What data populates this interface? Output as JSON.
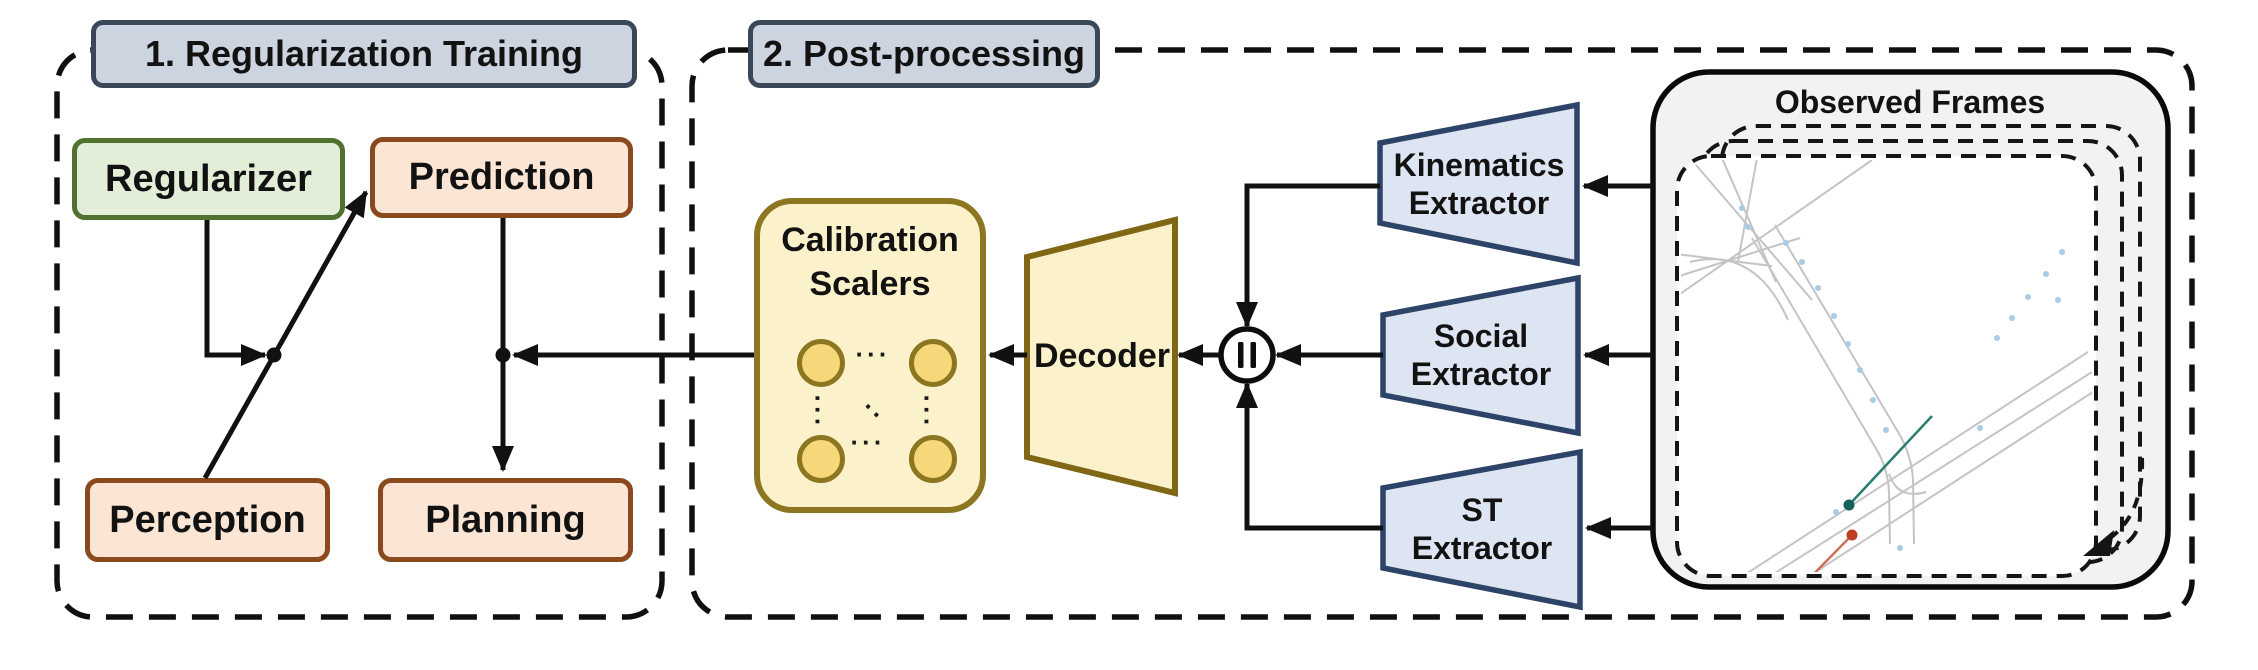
{
  "panels": {
    "training": {
      "title": "1. Regularization Training"
    },
    "post": {
      "title": "2. Post-processing"
    }
  },
  "nodes": {
    "regularizer": {
      "label": "Regularizer"
    },
    "prediction": {
      "label": "Prediction"
    },
    "perception": {
      "label": "Perception"
    },
    "planning": {
      "label": "Planning"
    },
    "calibration": {
      "line1": "Calibration",
      "line2": "Scalers",
      "dots_h_top": "···",
      "dots_h_bottom": "···",
      "dots_v_left": "···",
      "dots_v_right": "···",
      "dots_diag": "··"
    },
    "decoder": {
      "label": "Decoder"
    },
    "concat": {
      "symbol": "‖"
    },
    "extractors": [
      {
        "line1": "Kinematics",
        "line2": "Extractor"
      },
      {
        "line1": "Social",
        "line2": "Extractor"
      },
      {
        "line1": "ST",
        "line2": "Extractor"
      }
    ],
    "observed": {
      "title": "Observed Frames"
    }
  },
  "colors": {
    "title_fill": "#ccd4df",
    "title_border": "#3a4759",
    "green_fill": "#e3eed9",
    "green_border": "#50712f",
    "peach_fill": "#fbe5d5",
    "peach_border": "#8a4a1e",
    "gold_fill": "#fbf1ca",
    "gold_border": "#8d7621",
    "gold_circle": "#f6d87a",
    "blue_fill": "#dde5f2",
    "blue_border": "#2d4468",
    "observed_fill": "#f2f2f2",
    "arrow_black": "#111111",
    "map_road": "#c4c4c4",
    "map_teal": "#2b7d6f",
    "map_red": "#c24a2e",
    "map_agent_blue": "#a9cce3"
  }
}
